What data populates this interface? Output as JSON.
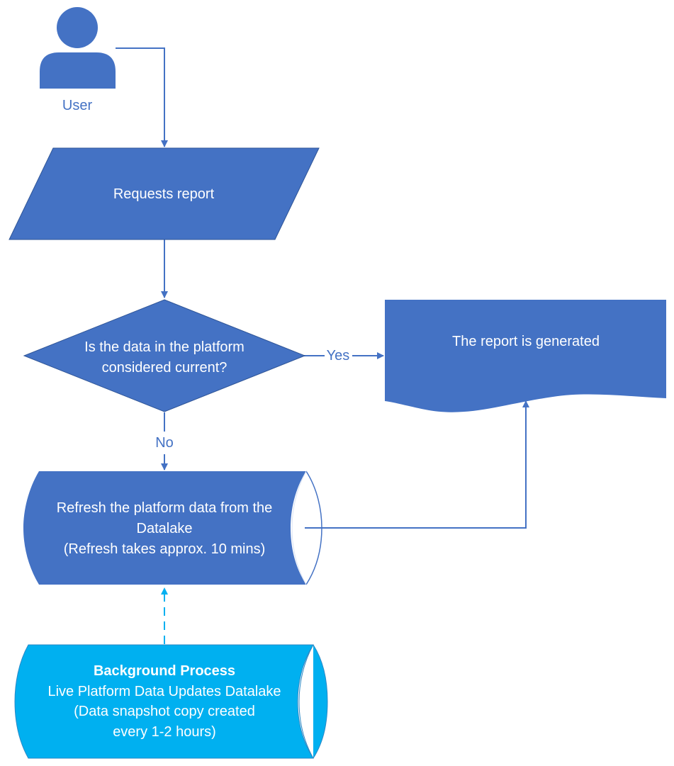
{
  "colors": {
    "shape_fill": "#4472C4",
    "background_process_fill": "#00B0F0",
    "connector": "#4472C4",
    "dashed_connector": "#00B0F0",
    "label_text": "#4472C4",
    "shape_text": "#FFFFFF"
  },
  "icons": {
    "user": "person-icon"
  },
  "user": {
    "label": "User"
  },
  "input_step": {
    "label": "Requests report"
  },
  "decision": {
    "line1": "Is the data in the platform",
    "line2": "considered current?"
  },
  "edges": {
    "yes_label": "Yes",
    "no_label": "No"
  },
  "report_document": {
    "label": "The report is generated"
  },
  "refresh_step": {
    "line1": "Refresh the platform data from the",
    "line2": "Datalake",
    "line3": "(Refresh takes approx. 10 mins)"
  },
  "background_process": {
    "title": "Background Process",
    "line1": "Live Platform Data Updates Datalake",
    "line2": "(Data snapshot copy created",
    "line3": "every 1-2 hours)"
  }
}
